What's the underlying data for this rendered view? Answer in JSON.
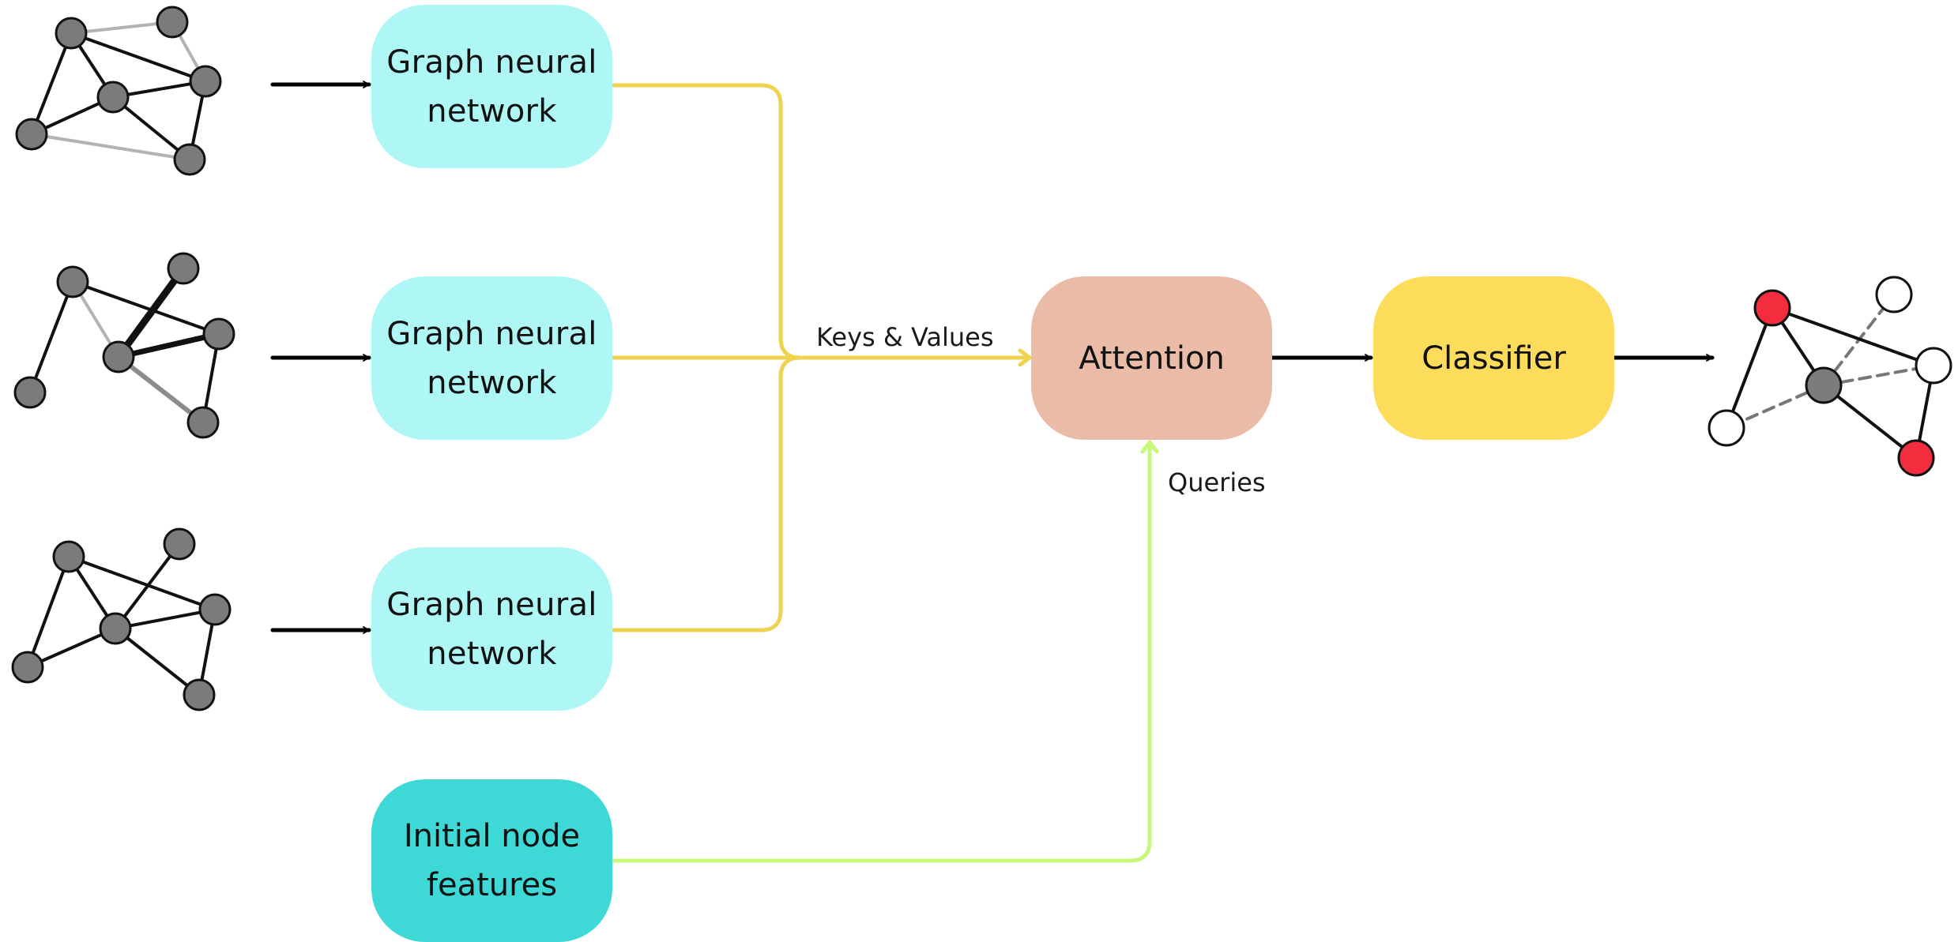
{
  "colors": {
    "gnn_box": "#aef7f5",
    "init_box": "#3ed9d6",
    "attention_box": "#eabca8",
    "classifier_box": "#fddc5b",
    "keys_values_line": "#efd24d",
    "queries_line": "#c6f87a",
    "arrow": "#000000",
    "node_gray": "#7b7b7b",
    "node_red": "#f42d3e",
    "node_white": "#ffffff"
  },
  "boxes": {
    "gnn_1": "Graph neural\nnetwork",
    "gnn_2": "Graph neural\nnetwork",
    "gnn_3": "Graph neural\nnetwork",
    "initial_node_features": "Initial node\nfeatures",
    "attention": "Attention",
    "classifier": "Classifier"
  },
  "labels": {
    "keys_values": "Keys & Values",
    "queries": "Queries"
  }
}
